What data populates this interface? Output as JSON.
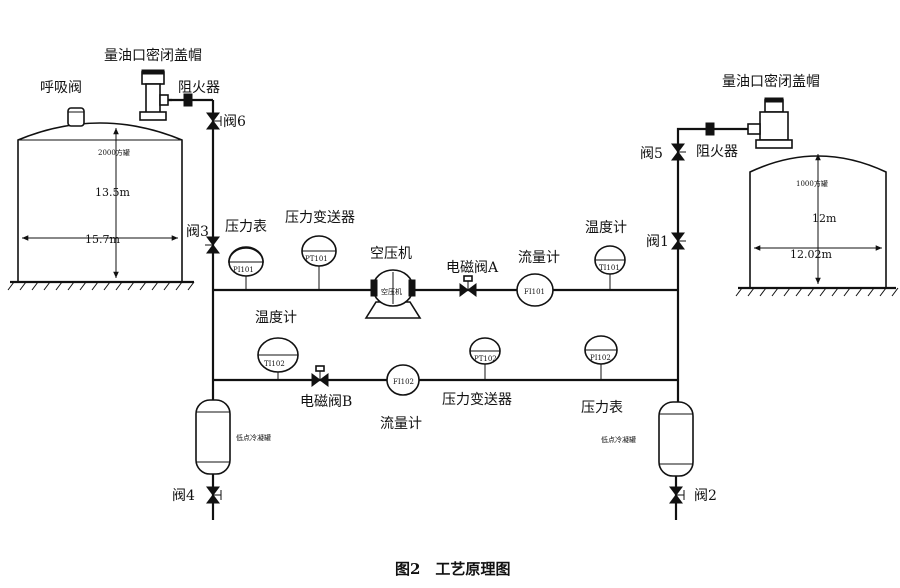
{
  "left_tank": {
    "cap_label": "量油口密闭盖帽",
    "breather_label": "呼吸阀",
    "flame_label": "阻火器",
    "valve6_label": "阀6",
    "tank_text": "2000方罐",
    "height_label": "13.5m",
    "width_label": "15.7m"
  },
  "right_tank": {
    "cap_label": "量油口密闭盖帽",
    "flame_label": "阻火器",
    "valve5_label": "阀5",
    "tank_text": "1000方罐",
    "height_label": "12m",
    "width_label": "12.02m"
  },
  "upper_line": {
    "valve3_label": "阀3",
    "valve1_label": "阀1",
    "pressure_gauge_label": "压力表",
    "pressure_gauge_tag": "PI101",
    "pressure_transmitter_label": "压力变送器",
    "pressure_transmitter_tag": "PT101",
    "compressor_label": "空压机",
    "compressor_tag": "空压机",
    "solenoid_a_label": "电磁阀A",
    "flow_meter_label": "流量计",
    "flow_meter_tag": "FI101",
    "temp_label": "温度计",
    "temp_tag": "TI101"
  },
  "lower_line": {
    "temp_label": "温度计",
    "temp_tag": "TI102",
    "solenoid_b_label": "电磁阀B",
    "flow_meter_label": "流量计",
    "flow_meter_tag": "FI102",
    "pressure_transmitter_label": "压力变送器",
    "pressure_transmitter_tag": "PT102",
    "pressure_gauge_label": "压力表",
    "pressure_gauge_tag": "PI102"
  },
  "bottom": {
    "left_vessel_text": "低点冷凝罐",
    "right_vessel_text": "低点冷凝罐",
    "valve4_label": "阀4",
    "valve2_label": "阀2"
  },
  "caption": "图2　工艺原理图"
}
